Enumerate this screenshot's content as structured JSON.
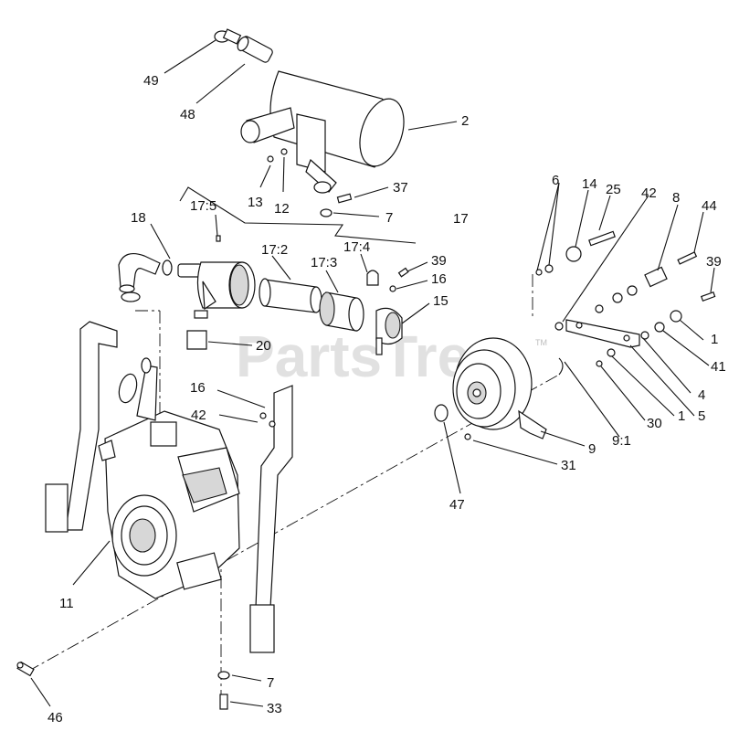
{
  "watermark": {
    "text": "PartsTree",
    "tm": "TM"
  },
  "labels": {
    "l49": "49",
    "l48": "48",
    "l2": "2",
    "l13": "13",
    "l12": "12",
    "l37": "37",
    "l7a": "7",
    "l18": "18",
    "l17_5": "17:5",
    "l17_2": "17:2",
    "l17_3": "17:3",
    "l17_4": "17:4",
    "l17": "17",
    "l39a": "39",
    "l16a": "16",
    "l15": "15",
    "l20": "20",
    "l16b": "16",
    "l42a": "42",
    "l6": "6",
    "l14": "14",
    "l25": "25",
    "l42b": "42",
    "l8": "8",
    "l44": "44",
    "l39b": "39",
    "l1a": "1",
    "l41": "41",
    "l4": "4",
    "l5": "5",
    "l1b": "1",
    "l30": "30",
    "l9_1": "9:1",
    "l9": "9",
    "l31": "31",
    "l47": "47",
    "l11": "11",
    "l46": "46",
    "l7b": "7",
    "l33": "33"
  }
}
